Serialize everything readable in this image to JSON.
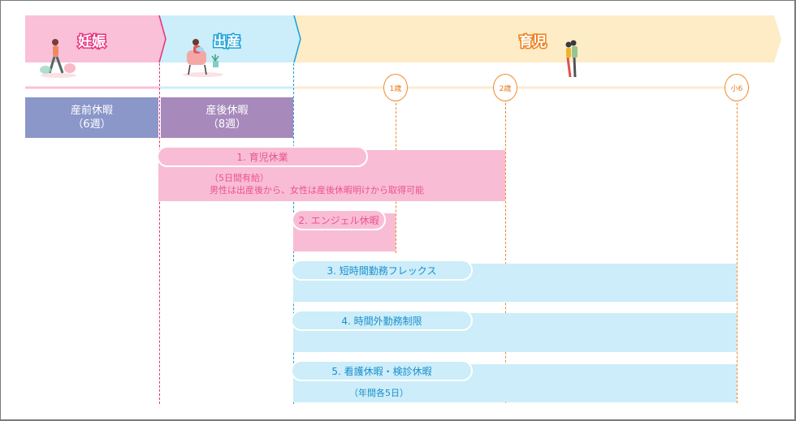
{
  "phases": [
    {
      "label": "妊娠",
      "color": "#f9c0d8",
      "accent": "#e8327c"
    },
    {
      "label": "出産",
      "color": "#cbeefa",
      "accent": "#1aa0d8"
    },
    {
      "label": "育児",
      "color": "#feecc6",
      "accent": "#ee8a2c"
    }
  ],
  "milestones": [
    "1歳",
    "2歳",
    "小6"
  ],
  "maternity_leave": [
    {
      "label": "産前休暇",
      "sub": "（6週）",
      "color": "#8b96c9"
    },
    {
      "label": "産後休暇",
      "sub": "（8週）",
      "color": "#a789bb"
    }
  ],
  "programs": [
    {
      "label": "1. 育児休業",
      "note1": "（5日間有給）",
      "note2": "男性は出産後から、女性は産後休暇明けから取得可能",
      "color": "#f9bcd5",
      "text_color": "#e8558f"
    },
    {
      "label": "2. エンジェル休暇",
      "color": "#f9bcd5",
      "text_color": "#e8558f"
    },
    {
      "label": "3. 短時間勤務フレックス",
      "color": "#ccedf9",
      "text_color": "#1a8ecb"
    },
    {
      "label": "4. 時間外勤務制限",
      "color": "#ccedf9",
      "text_color": "#1a8ecb"
    },
    {
      "label": "5. 看護休暇・検診休暇",
      "note1": "（年間各5日）",
      "color": "#ccedf9",
      "text_color": "#1a8ecb"
    }
  ]
}
